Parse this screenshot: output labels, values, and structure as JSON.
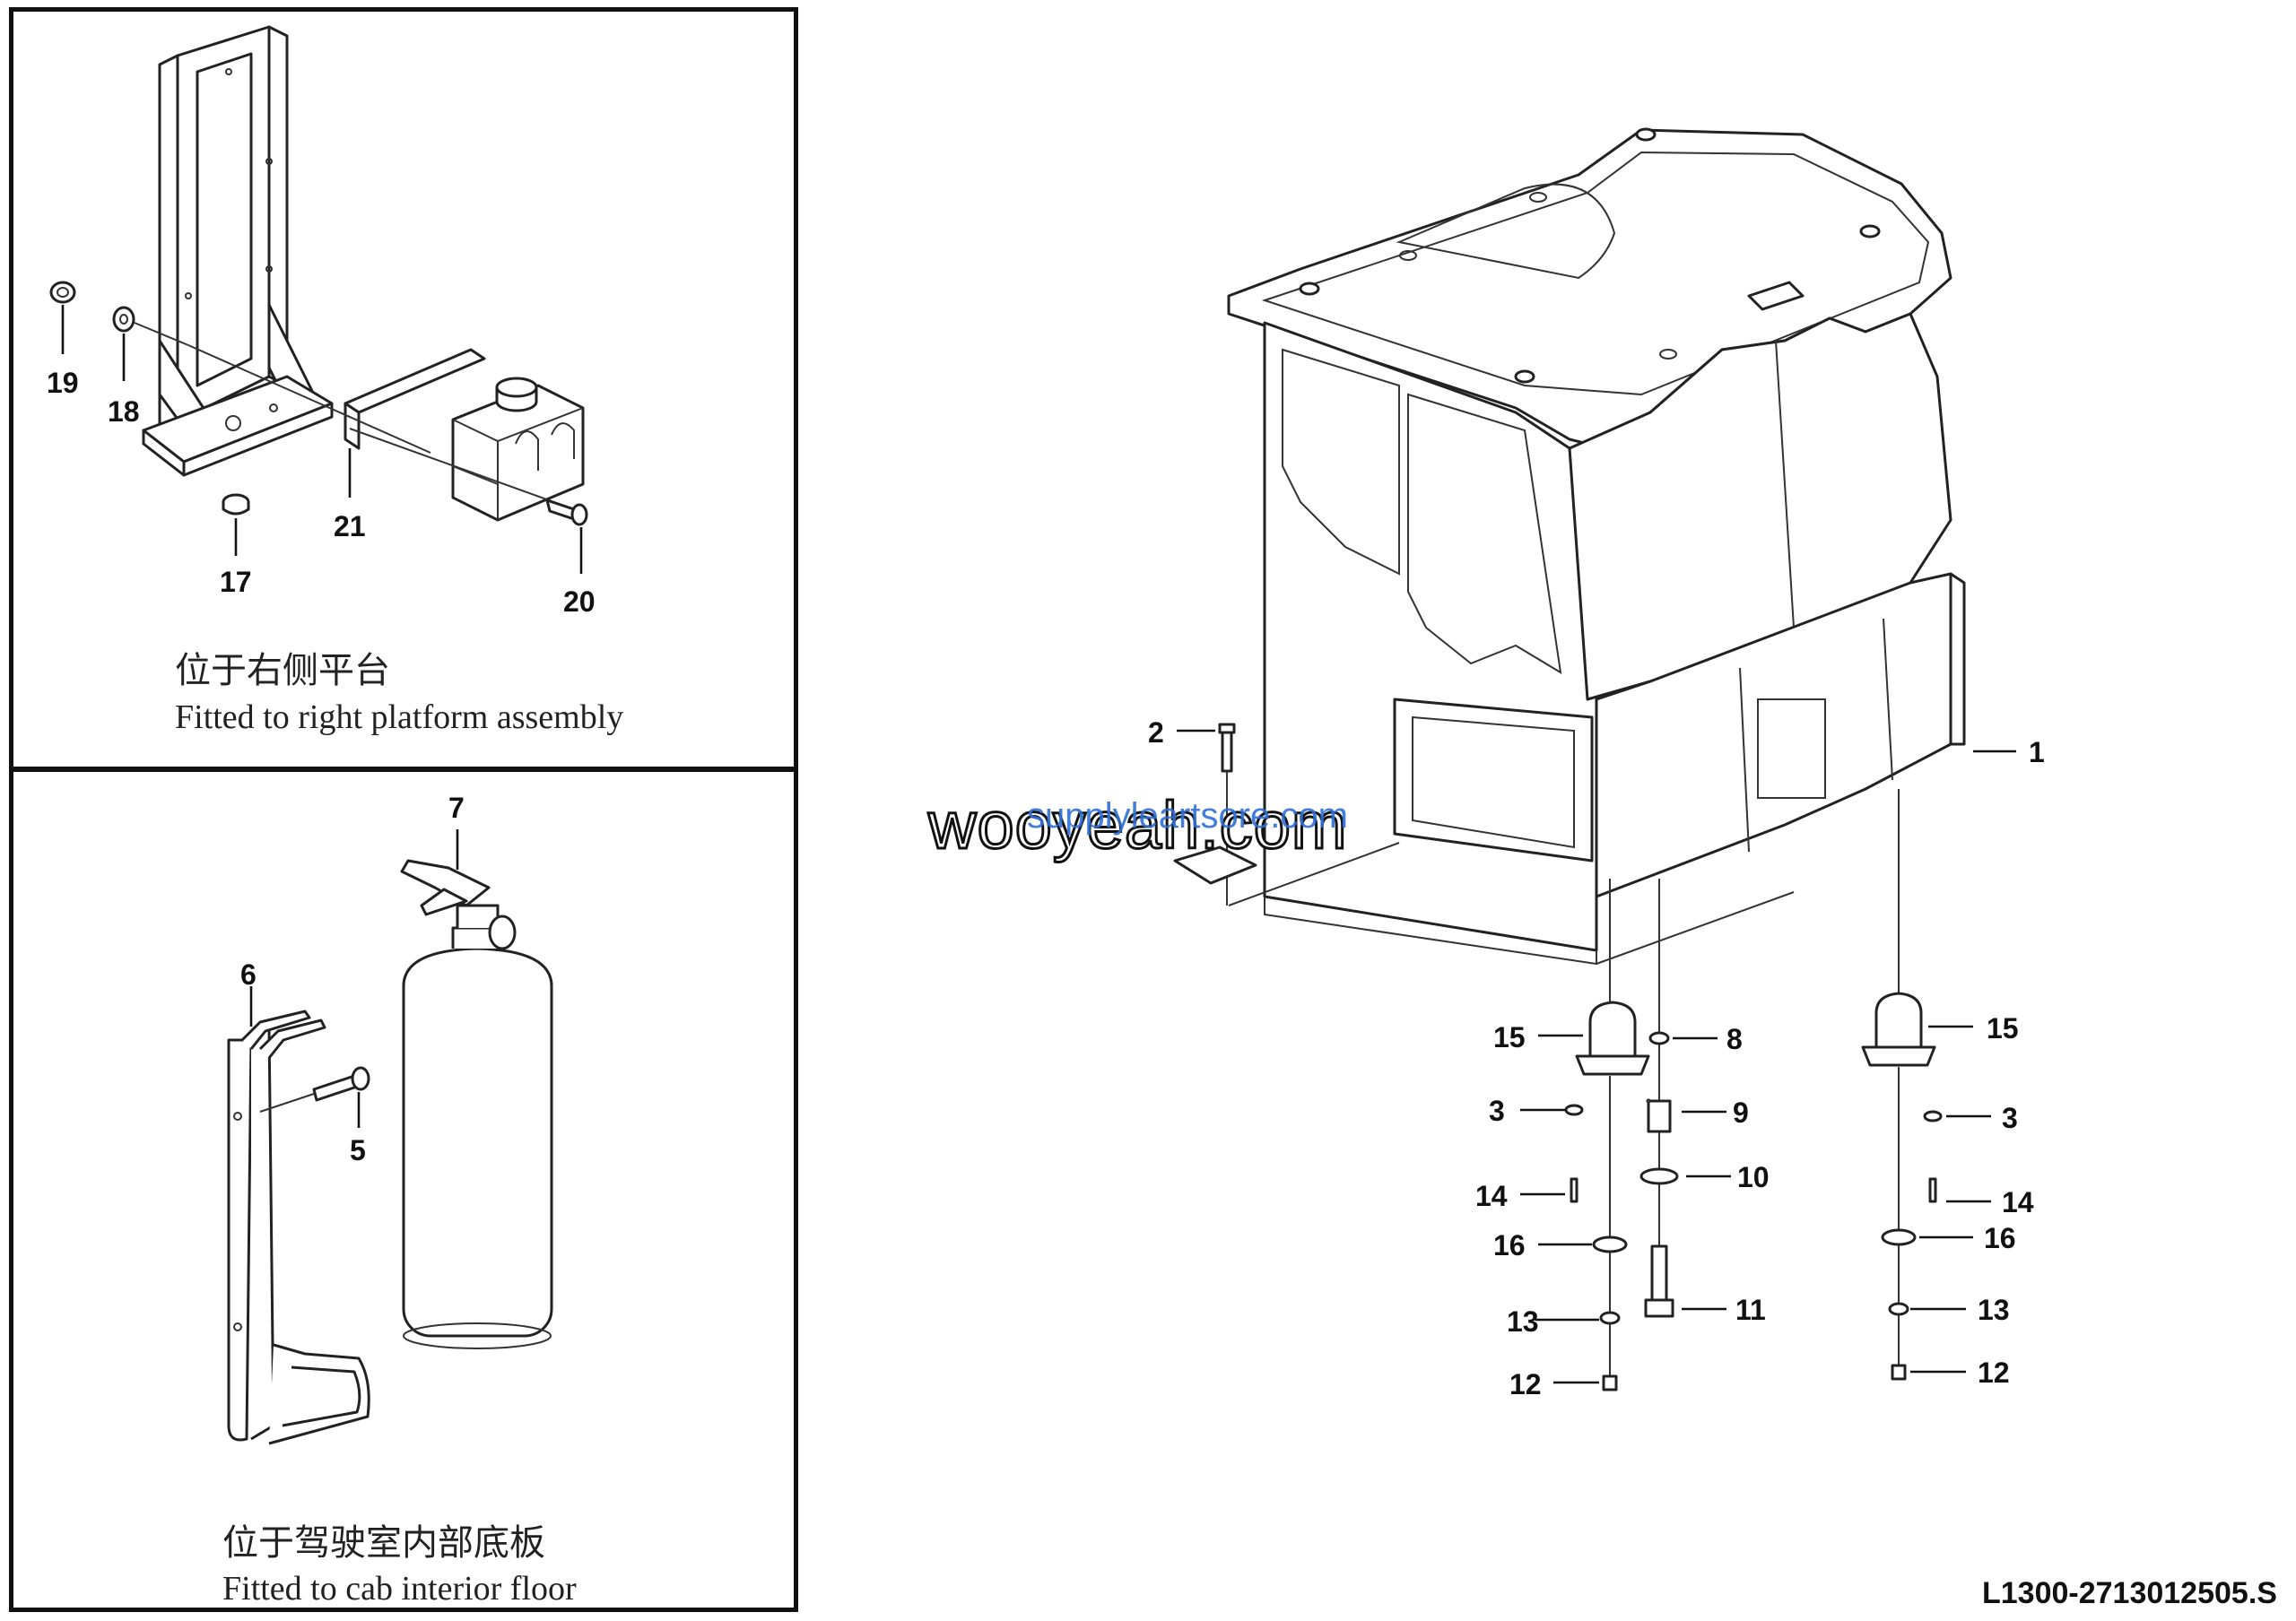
{
  "panels": {
    "top_left": {
      "caption_cn": "位于右侧平台",
      "caption_en": "Fitted to right platform assembly",
      "callouts": [
        "19",
        "18",
        "17",
        "21",
        "20"
      ]
    },
    "bottom_left": {
      "caption_cn": "位于驾驶室内部底板",
      "caption_en": "Fitted to cab interior floor",
      "callouts": [
        "7",
        "6",
        "5"
      ]
    },
    "main": {
      "callouts_left": [
        "2",
        "15",
        "3",
        "14",
        "16",
        "13",
        "12"
      ],
      "callouts_center": [
        "8",
        "9",
        "10",
        "11"
      ],
      "callouts_right": [
        "1",
        "15",
        "3",
        "14",
        "16",
        "13",
        "12"
      ]
    }
  },
  "drawing_code": "L1300-2713012505.S",
  "watermark": {
    "main": "wooyeah.com",
    "overlay": "supplyleartsore.com"
  }
}
